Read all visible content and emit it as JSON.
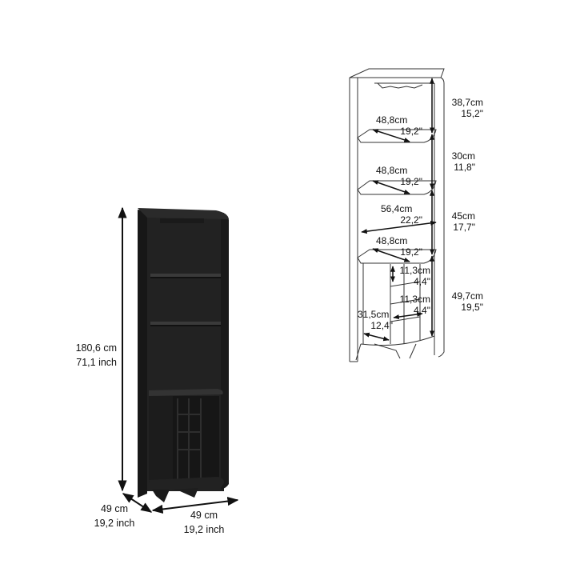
{
  "product_view": {
    "height_label": {
      "cm": "180,6 cm",
      "inch": "71,1 inch"
    },
    "depth_label": {
      "cm": "49 cm",
      "inch": "19,2 inch"
    },
    "width_label": {
      "cm": "49 cm",
      "inch": "19,2 inch"
    },
    "cabinet_color": "#1e1e1e",
    "wine_rack_cells": 8
  },
  "line_drawing": {
    "heights": [
      {
        "cm": "38,7cm",
        "inch": "15,2\""
      },
      {
        "cm": "30cm",
        "inch": "11,8\""
      },
      {
        "cm": "45cm",
        "inch": "17,7\""
      },
      {
        "cm": "49,7cm",
        "inch": "19,5\""
      }
    ],
    "shelf_depths": [
      {
        "cm": "48,8cm",
        "inch": "19,2\""
      },
      {
        "cm": "48,8cm",
        "inch": "19,2\""
      },
      {
        "cm": "56,4cm",
        "inch": "22,2\""
      },
      {
        "cm": "48,8cm",
        "inch": "19,2\""
      }
    ],
    "rack_cell_height": {
      "cm": "11,3cm",
      "inch": "4,4\""
    },
    "rack_cell_width": {
      "cm": "11,3cm",
      "inch": "4,4\""
    },
    "cabinet_depth": {
      "cm": "31,5cm",
      "inch": "12,4\""
    }
  }
}
